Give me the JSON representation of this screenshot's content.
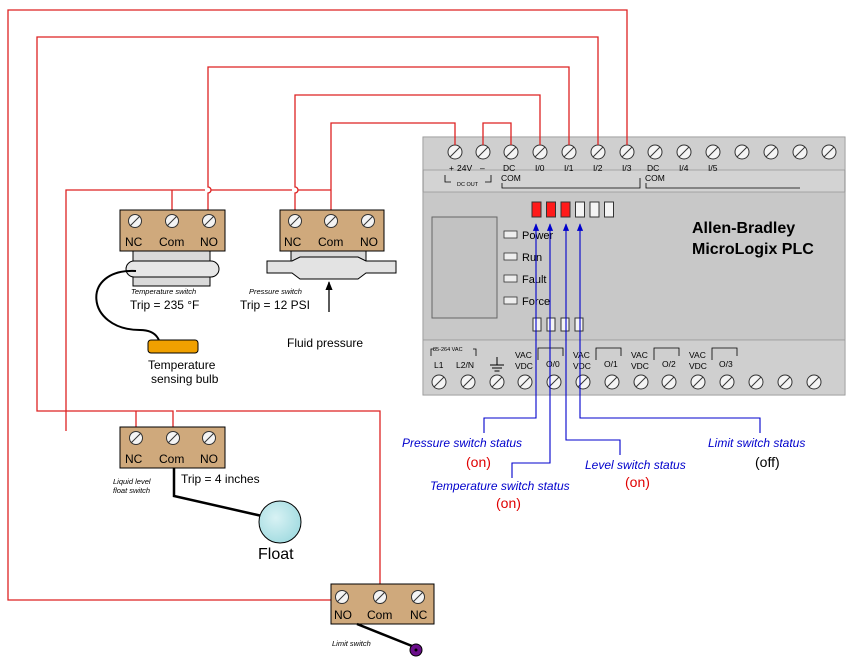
{
  "plc": {
    "brand": "Allen-Bradley",
    "model": "MicroLogix PLC",
    "top_terminals": {
      "plus": "+",
      "v24": "24V",
      "minus": "–",
      "dc_out": "DC OUT",
      "dc": "DC",
      "com": "COM",
      "i0": "I/0",
      "i1": "I/1",
      "i2": "I/2",
      "i3": "I/3",
      "dc2": "DC",
      "com2": "COM",
      "i4": "I/4",
      "i5": "I/5"
    },
    "bottom_terminals": {
      "vac_range": "85-264 VAC",
      "l1": "L1",
      "l2n": "L2/N",
      "vac": "VAC",
      "vdc": "VDC",
      "o0": "O/0",
      "o1": "O/1",
      "o2": "O/2",
      "o3": "O/3"
    },
    "status_lights": [
      "Power",
      "Run",
      "Fault",
      "Force"
    ],
    "input_leds": [
      true,
      true,
      true,
      false,
      false,
      false
    ]
  },
  "temperature_switch": {
    "terminals": [
      "NC",
      "Com",
      "NO"
    ],
    "name": "Temperature switch",
    "trip": "Trip = 235 °F",
    "bulb_label_1": "Temperature",
    "bulb_label_2": "sensing bulb"
  },
  "pressure_switch": {
    "terminals": [
      "NC",
      "Com",
      "NO"
    ],
    "name": "Pressure switch",
    "trip": "Trip = 12 PSI",
    "fluid": "Fluid pressure"
  },
  "level_switch": {
    "terminals": [
      "NC",
      "Com",
      "NO"
    ],
    "name_1": "Liquid level",
    "name_2": "float switch",
    "trip": "Trip = 4 inches",
    "float": "Float"
  },
  "limit_switch": {
    "terminals": [
      "NO",
      "Com",
      "NC"
    ],
    "name": "Limit switch"
  },
  "status_labels": {
    "pressure": "Pressure switch status",
    "pressure_state": "(on)",
    "temperature": "Temperature switch status",
    "temperature_state": "(on)",
    "level": "Level switch status",
    "level_state": "(on)",
    "limit": "Limit switch status",
    "limit_state": "(off)"
  },
  "colors": {
    "wire": "#dd2222",
    "annotation": "#0000cc",
    "led_on": "#ff1a1a",
    "switch_body": "#cfa97c",
    "plc_body": "#d3d3d3"
  }
}
